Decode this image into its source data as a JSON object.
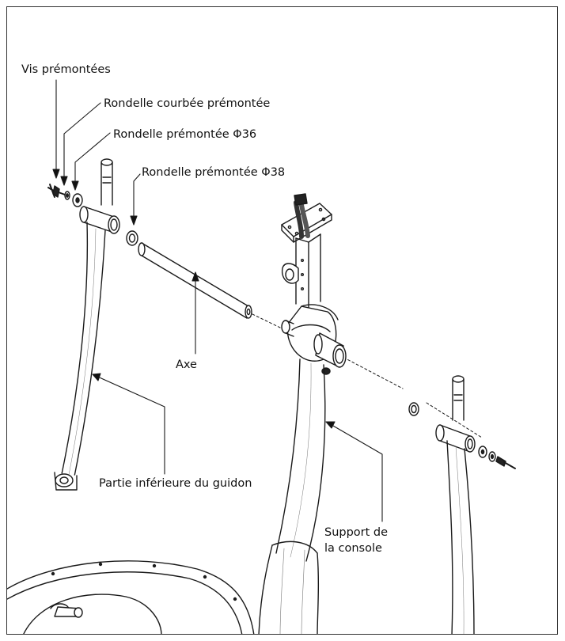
{
  "labels": {
    "vis": "Vis prémontées",
    "rondelle_courbee": "Rondelle courbée prémontée",
    "rondelle_36": "Rondelle prémontée Φ36",
    "rondelle_38": "Rondelle prémontée Φ38",
    "axe": "Axe",
    "partie_inferieure": "Partie inférieure du guidon",
    "support_line1": "Support de",
    "support_line2": "la console"
  }
}
